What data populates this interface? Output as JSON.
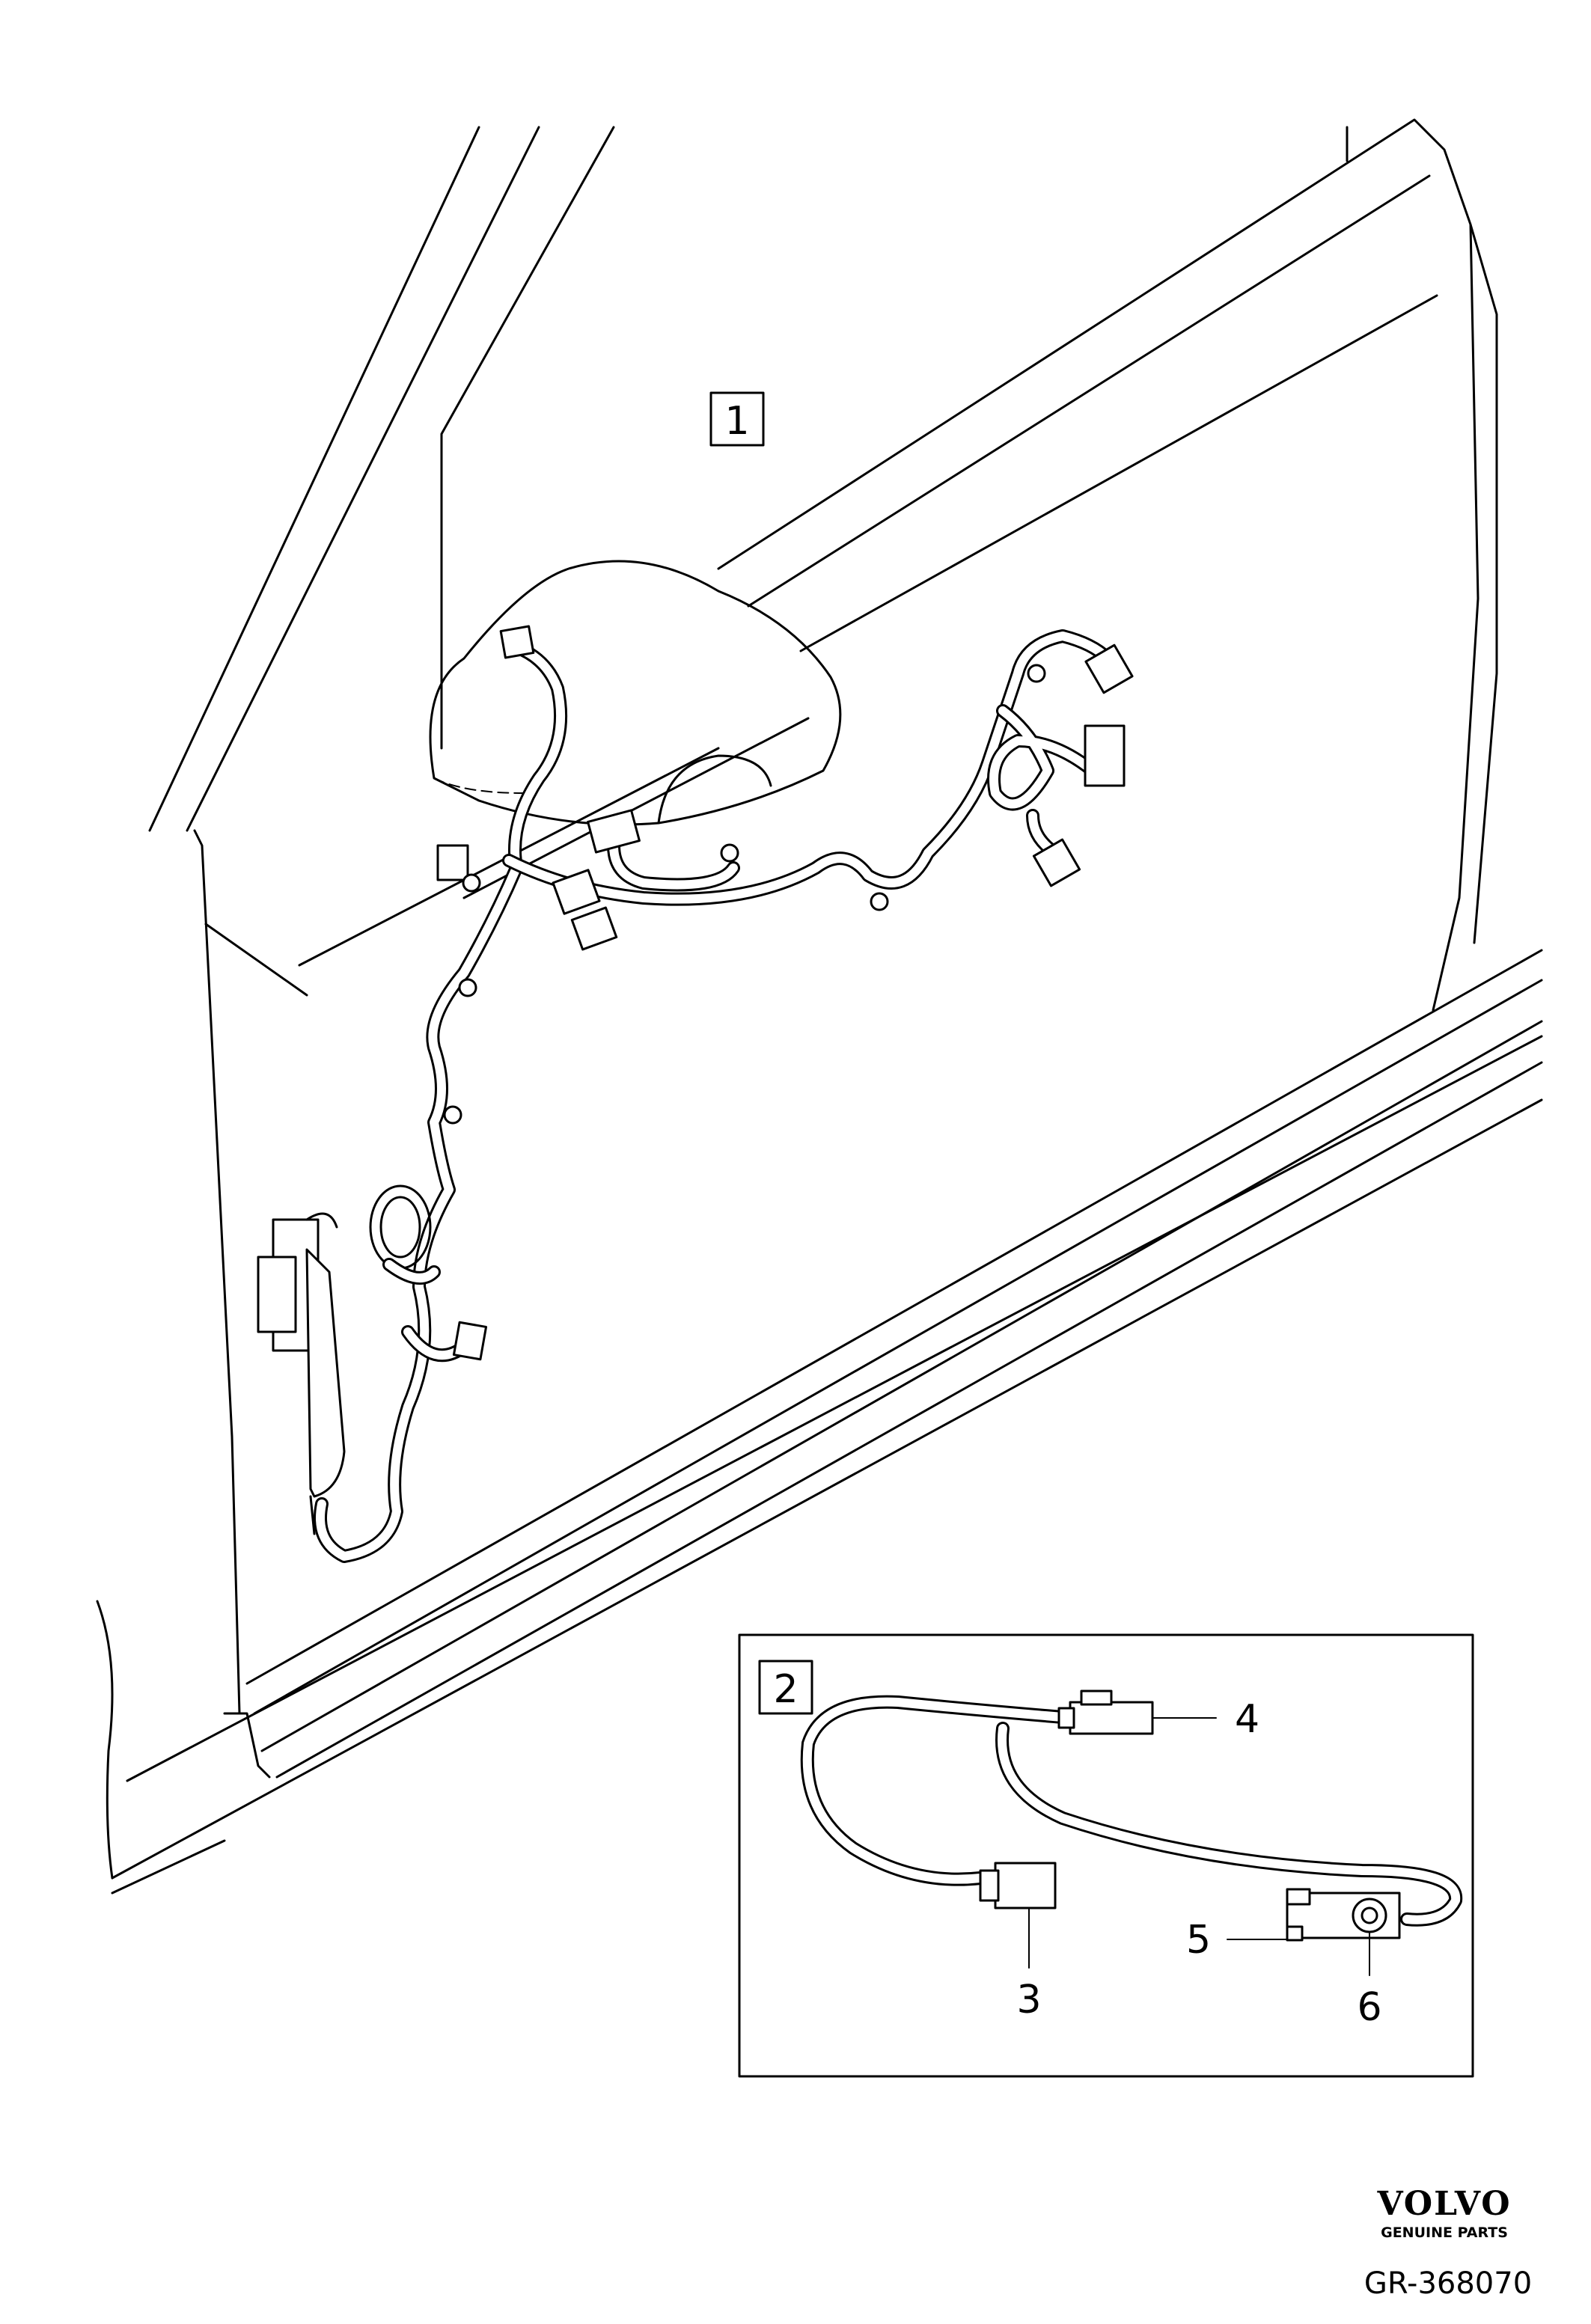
{
  "diagram": {
    "callouts": {
      "c1": "1",
      "c2": "2",
      "c3": "3",
      "c4": "4",
      "c5": "5",
      "c6": "6"
    }
  },
  "footer": {
    "brand": "VOLVO",
    "brand_sub": "GENUINE PARTS",
    "reference": "GR-368070"
  }
}
